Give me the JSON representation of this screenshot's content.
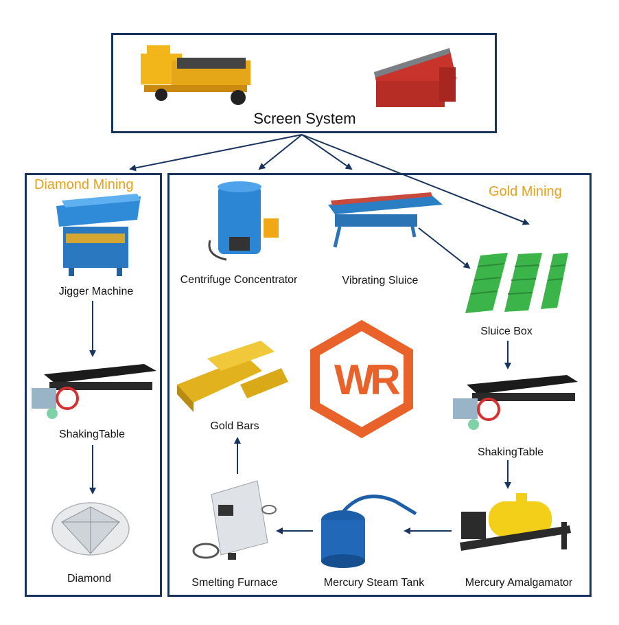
{
  "screen_system": {
    "title": "Screen System"
  },
  "diamond_mining": {
    "title": "Diamond Mining",
    "items": [
      "Jigger Machine",
      "ShakingTable",
      "Diamond"
    ]
  },
  "gold_mining": {
    "title": "Gold Mining",
    "items": {
      "centrifuge": "Centrifuge Concentrator",
      "vibrating_sluice": "Vibrating Sluice",
      "sluice_box": "Sluice Box",
      "shaking_table": "ShakingTable",
      "mercury_amalgamator": "Mercury Amalgamator",
      "mercury_steam_tank": "Mercury Steam Tank",
      "smelting_furnace": "Smelting Furnace",
      "gold_bars": "Gold Bars"
    }
  },
  "colors": {
    "frame": "#17345f",
    "accent": "#e6a21c",
    "logo": "#e8622a"
  },
  "logo": {
    "name": "wr-logo"
  }
}
